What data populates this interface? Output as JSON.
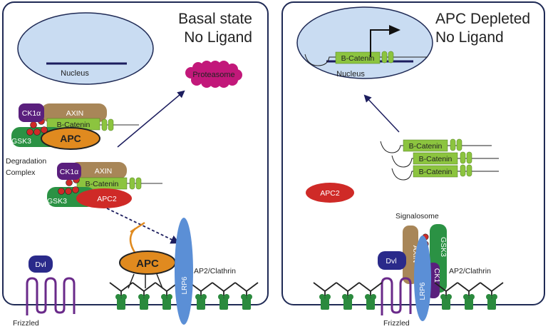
{
  "left_panel": {
    "title_line1": "Basal state",
    "title_line2": "No Ligand",
    "nucleus_label": "Nucleus",
    "proteasome_label": "Proteasome",
    "complex1": {
      "ck1": "CK1α",
      "axin": "AXIN",
      "bcatenin": "B-Catenin",
      "gsk3": "GSK3",
      "apc": "APC"
    },
    "degradation_label_line1": "Degradation",
    "degradation_label_line2": "Complex",
    "complex2": {
      "ck1": "CK1α",
      "axin": "AXIN",
      "bcatenin": "B-Catenin",
      "gsk3": "GSK3",
      "apc2": "APC2"
    },
    "apc_membrane": "APC",
    "lrp6": "LRP6",
    "ap2_clathrin": "AP2/Clathrin",
    "dvl": "Dvl",
    "frizzled": "Frizzled"
  },
  "right_panel": {
    "title_line1": "APC Depleted",
    "title_line2": "No Ligand",
    "nucleus_label": "Nucleus",
    "nuclear_bcatenin": "B-Catenin",
    "cyto_bcatenin": [
      "B-Catenin",
      "B-Catenin",
      "B-Catenin"
    ],
    "apc2": "APC2",
    "signalosome": "Signalosome",
    "axin": "AXIN",
    "gsk3": "GSK3",
    "ck1": "CK1",
    "dvl": "Dvl",
    "lrp6": "LRP6",
    "ap2_clathrin": "AP2/Clathrin",
    "frizzled": "Frizzled"
  },
  "colors": {
    "panel_border": "#1f2a55",
    "nucleus_fill": "#c9dcf2",
    "dark_navy": "#1c1d5e",
    "proteasome": "#c2187a",
    "ck1": "#5a1f7d",
    "axin": "#a88658",
    "bcatenin": "#8cc43f",
    "gsk3": "#2b9244",
    "apc": "#e08a1f",
    "apc2": "#cf2a27",
    "lrp6": "#5b8fd6",
    "receptor_green": "#2b8a3e",
    "dvl": "#2a2a8a",
    "frizzled": "#6a2a8a",
    "phospho": "#cf2a27"
  }
}
